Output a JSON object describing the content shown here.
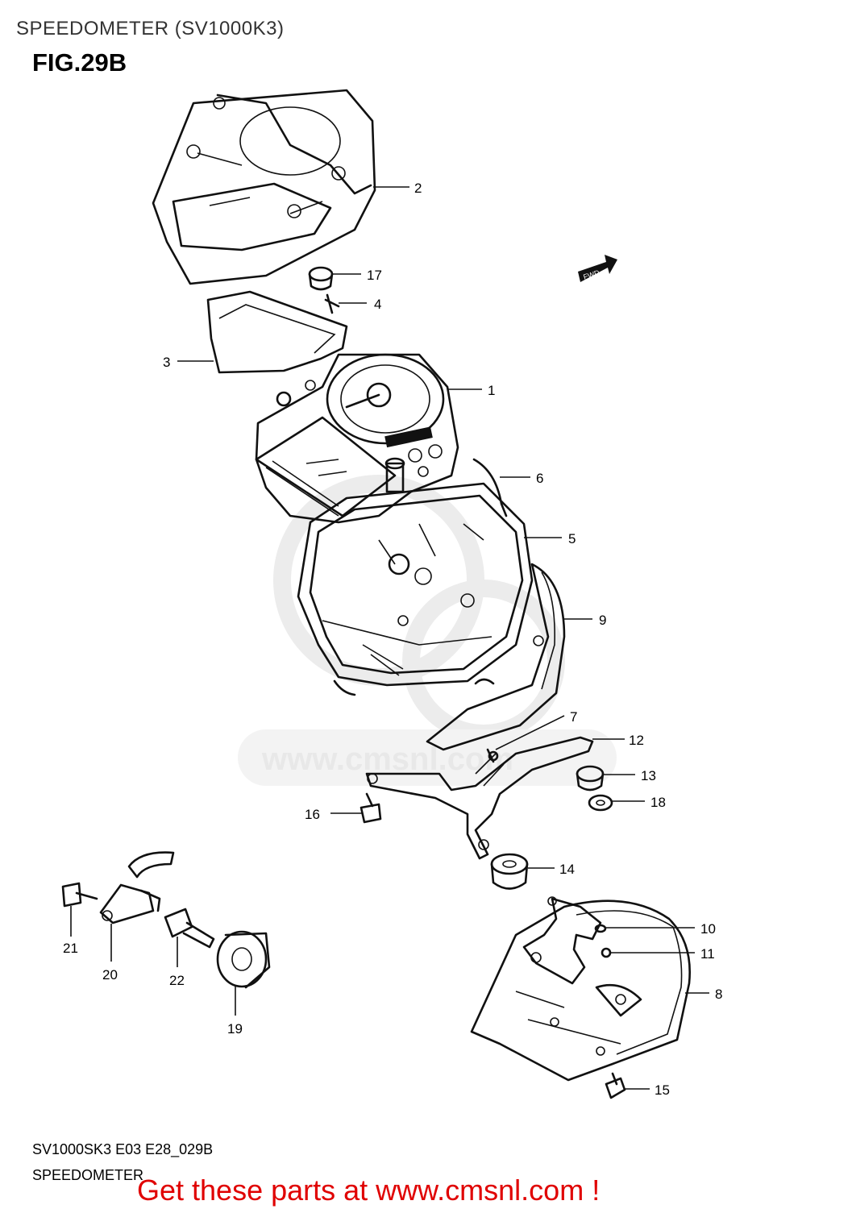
{
  "header": {
    "title": "SPEEDOMETER (SV1000K3)",
    "figure": "FIG.29B"
  },
  "watermark": {
    "text": "www.cmsnl.com"
  },
  "fwd_badge": "FWD",
  "callouts": [
    {
      "id": "c2",
      "label": "2"
    },
    {
      "id": "c17",
      "label": "17"
    },
    {
      "id": "c4",
      "label": "4"
    },
    {
      "id": "c3",
      "label": "3"
    },
    {
      "id": "c1",
      "label": "1"
    },
    {
      "id": "c6",
      "label": "6"
    },
    {
      "id": "c5",
      "label": "5"
    },
    {
      "id": "c9",
      "label": "9"
    },
    {
      "id": "c7",
      "label": "7"
    },
    {
      "id": "c12",
      "label": "12"
    },
    {
      "id": "c13",
      "label": "13"
    },
    {
      "id": "c18",
      "label": "18"
    },
    {
      "id": "c16",
      "label": "16"
    },
    {
      "id": "c14",
      "label": "14"
    },
    {
      "id": "c10",
      "label": "10"
    },
    {
      "id": "c11",
      "label": "11"
    },
    {
      "id": "c8",
      "label": "8"
    },
    {
      "id": "c15",
      "label": "15"
    },
    {
      "id": "c21",
      "label": "21"
    },
    {
      "id": "c20",
      "label": "20"
    },
    {
      "id": "c22",
      "label": "22"
    },
    {
      "id": "c19",
      "label": "19"
    }
  ],
  "footer": {
    "code": "SV1000SK3 E03 E28_029B",
    "name": "SPEEDOMETER",
    "promo": "Get these parts at www.cmsnl.com !"
  }
}
